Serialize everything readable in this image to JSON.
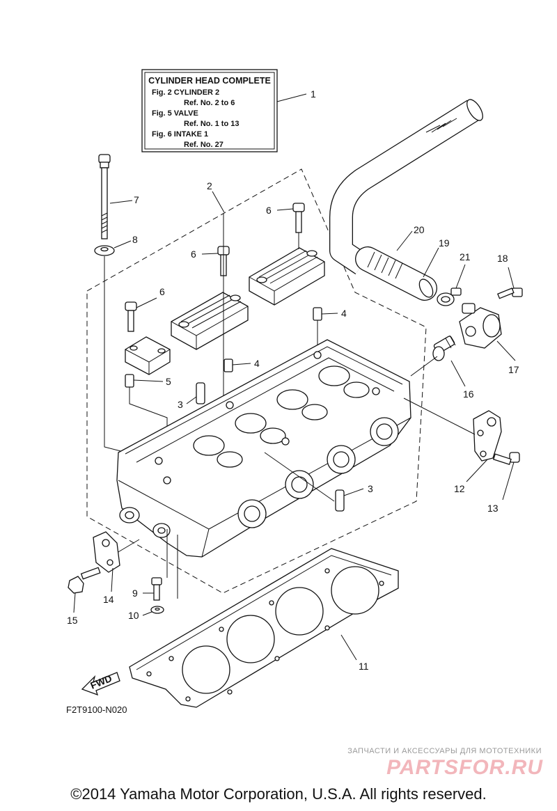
{
  "info_box": {
    "title": "CYLINDER HEAD COMPLETE",
    "lines": [
      "Fig.  2 CYLINDER 2",
      "Ref. No. 2 to 6",
      "Fig.  5 VALVE",
      "Ref. No. 1 to 13",
      "Fig.  6 INTAKE 1",
      "Ref. No. 27"
    ]
  },
  "callouts": {
    "c1": "1",
    "c2": "2",
    "c3a": "3",
    "c3b": "3",
    "c4a": "4",
    "c4b": "4",
    "c5": "5",
    "c6a": "6",
    "c6b": "6",
    "c6c": "6",
    "c7": "7",
    "c8": "8",
    "c9": "9",
    "c10": "10",
    "c11": "11",
    "c12": "12",
    "c13": "13",
    "c14": "14",
    "c15": "15",
    "c16": "16",
    "c17": "17",
    "c18": "18",
    "c19": "19",
    "c20": "20",
    "c21": "21"
  },
  "fwd_label": "FWD",
  "diagram_code": "F2T9100-N020",
  "watermark": {
    "tagline": "ЗАПЧАСТИ И АКСЕССУАРЫ ДЛЯ МОТОТЕХНИКИ",
    "brand": "PARTSFOR.RU"
  },
  "copyright": "©2014 Yamaha Motor Corporation, U.S.A. All rights reserved."
}
